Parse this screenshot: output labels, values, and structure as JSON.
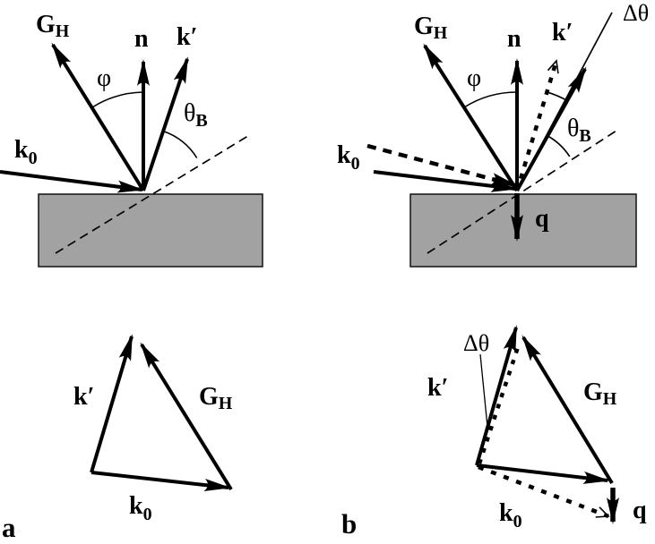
{
  "colors": {
    "crystal_fill": "#a2a2a2",
    "ink": "#000000",
    "background": "#ffffff"
  },
  "glyphs": {
    "G": "G",
    "H_sub": "H",
    "k": "k",
    "k_prime": "k′",
    "zero_sub": "0",
    "n": "n",
    "q": "q",
    "phi": "φ",
    "theta": "θ",
    "B_sub": "B",
    "delta_theta": "Δθ",
    "tag_a": "a",
    "tag_b": "b"
  },
  "panels": {
    "a": {
      "tag": "a",
      "surface_diagram": {
        "vectors": [
          "G_H",
          "n",
          "k'",
          "k_0"
        ],
        "angles": [
          "phi between G_H and n",
          "theta_B between k' and lattice planes"
        ]
      },
      "vector_triangle": {
        "vectors": [
          "k'",
          "G_H",
          "k_0"
        ]
      }
    },
    "b": {
      "tag": "b",
      "surface_diagram": {
        "vectors": [
          "G_H",
          "n",
          "k' solid",
          "k' dashed",
          "k_0 solid",
          "k_0 dashed",
          "q"
        ],
        "angles": [
          "phi between G_H and n",
          "theta_B between k' and lattice planes",
          "delta_theta between dashed and solid k'"
        ]
      },
      "vector_triangle": {
        "vectors": [
          "k' solid",
          "k' dotted",
          "G_H",
          "k_0 solid",
          "k_0 dotted",
          "q"
        ],
        "angles": [
          "delta_theta"
        ]
      }
    }
  }
}
